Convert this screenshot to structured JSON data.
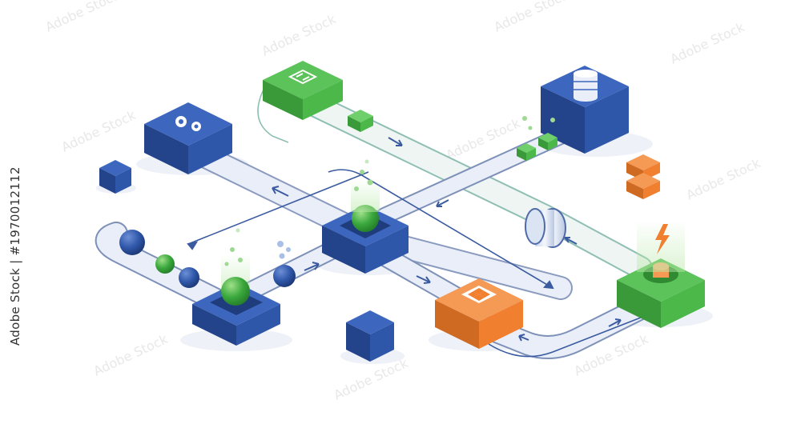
{
  "watermark": {
    "side_text": "Adobe Stock | #1970012112"
  },
  "colors": {
    "blue": "#2f57a9",
    "blue_dark": "#23448a",
    "green": "#4cb84a",
    "green_dark": "#3a9a39",
    "orange": "#f07f2f",
    "orange_dark": "#cf6a22",
    "pipe": "#e9eef8",
    "pipe_edge": "#7d90b8",
    "teal_edge": "#8fbfb4",
    "arrow": "#3b5ba0"
  },
  "nodes": [
    {
      "id": "gear-server",
      "icon": "gear-icon",
      "color": "blue"
    },
    {
      "id": "calculator-node",
      "icon": "calculator-icon",
      "color": "green"
    },
    {
      "id": "database-server",
      "icon": "database-icon",
      "color": "blue"
    },
    {
      "id": "central-hub",
      "icon": "green-sphere-icon",
      "color": "blue"
    },
    {
      "id": "input-hub",
      "icon": "green-sphere-icon",
      "color": "blue"
    },
    {
      "id": "grid-processor",
      "icon": "grid-app-icon",
      "color": "orange"
    },
    {
      "id": "power-node",
      "icon": "lightning-icon",
      "color": "green"
    }
  ]
}
